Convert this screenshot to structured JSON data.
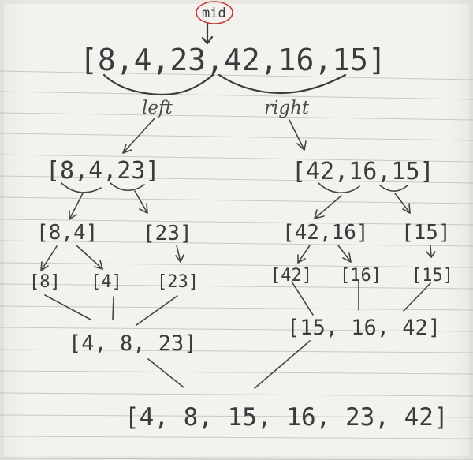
{
  "colors": {
    "ink": "#3b3b3b",
    "mid_circle": "#c43434",
    "paper": "#f4f2ef",
    "rule_line": "#c9c7c4"
  },
  "labels": {
    "mid": "mid",
    "left": "left",
    "right": "right"
  },
  "arrays": {
    "root": "[8,4,23,42,16,15]",
    "left": "[8,4,23]",
    "right": "[42,16,15]",
    "left_left": "[8,4]",
    "left_right": "[23]",
    "right_left": "[42,16]",
    "right_right": "[15]",
    "leaf_8": "[8]",
    "leaf_4": "[4]",
    "leaf_23": "[23]",
    "leaf_42": "[42]",
    "leaf_16": "[16]",
    "leaf_15": "[15]",
    "merge_left": "[4, 8, 23]",
    "merge_right": "[15, 16, 42]",
    "final": "[4, 8, 15, 16, 23, 42]"
  }
}
